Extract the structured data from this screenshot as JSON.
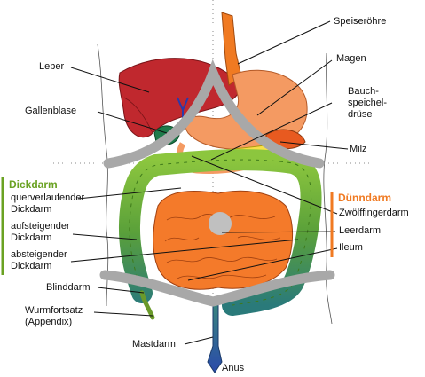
{
  "colors": {
    "dickdarm_group": "#6aa222",
    "duenndarm_group": "#f07a22",
    "liver": "#c0282e",
    "stomach": "#f49a62",
    "small_intestine": "#f47a2a",
    "large_intestine": "#8cc63e",
    "gallbladder": "#1e7a4a",
    "pancreas": "#f6e048",
    "bone": "#a8a8a8"
  },
  "groups": {
    "dickdarm": "Dickdarm",
    "duenndarm": "Dünndarm"
  },
  "labels": {
    "speiseroehre": "Speiseröhre",
    "leber": "Leber",
    "magen": "Magen",
    "gallenblase": "Gallenblase",
    "bauchspeicheldruese": [
      "Bauch-",
      "speichel-",
      "drüse"
    ],
    "milz": "Milz",
    "querverlaufender_dickdarm": [
      "querverlaufender",
      "Dickdarm"
    ],
    "aufsteigender_dickdarm": [
      "aufsteigender",
      "Dickdarm"
    ],
    "absteigender_dickdarm": [
      "absteigender",
      "Dickdarm"
    ],
    "zwoelffingerdarm": "Zwölffingerdarm",
    "leerdarm": "Leerdarm",
    "ileum": "Ileum",
    "blinddarm": "Blinddarm",
    "wurmfortsatz": [
      "Wurmfortsatz",
      "(Appendix)"
    ],
    "mastdarm": "Mastdarm",
    "anus": "Anus"
  }
}
